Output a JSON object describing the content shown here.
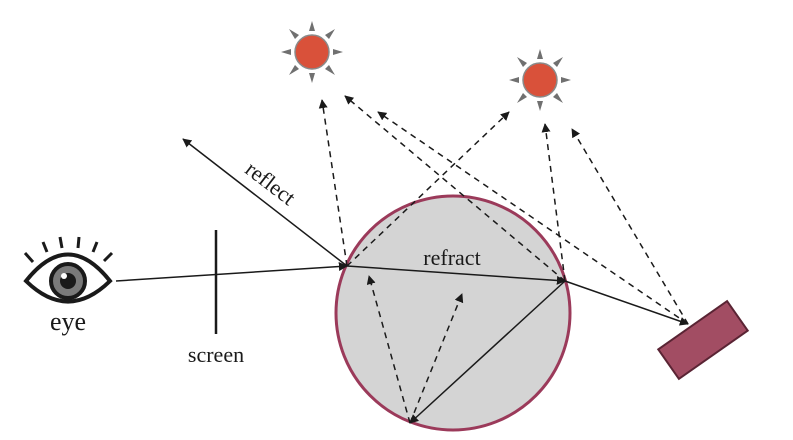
{
  "labels": {
    "eye": "eye",
    "screen": "screen",
    "reflect": "reflect",
    "refract": "refract"
  },
  "colors": {
    "sphere_fill": "#d4d4d4",
    "sphere_stroke": "#9b3a5a",
    "sun_body": "#d9513a",
    "sun_rays": "#707070",
    "object_fill": "#a24d63",
    "object_stroke": "#5a2434",
    "ray": "#1a1a1a"
  },
  "icons": {
    "eye": "eye-icon",
    "light_source": "sun-icon",
    "object": "rectangle-object"
  }
}
